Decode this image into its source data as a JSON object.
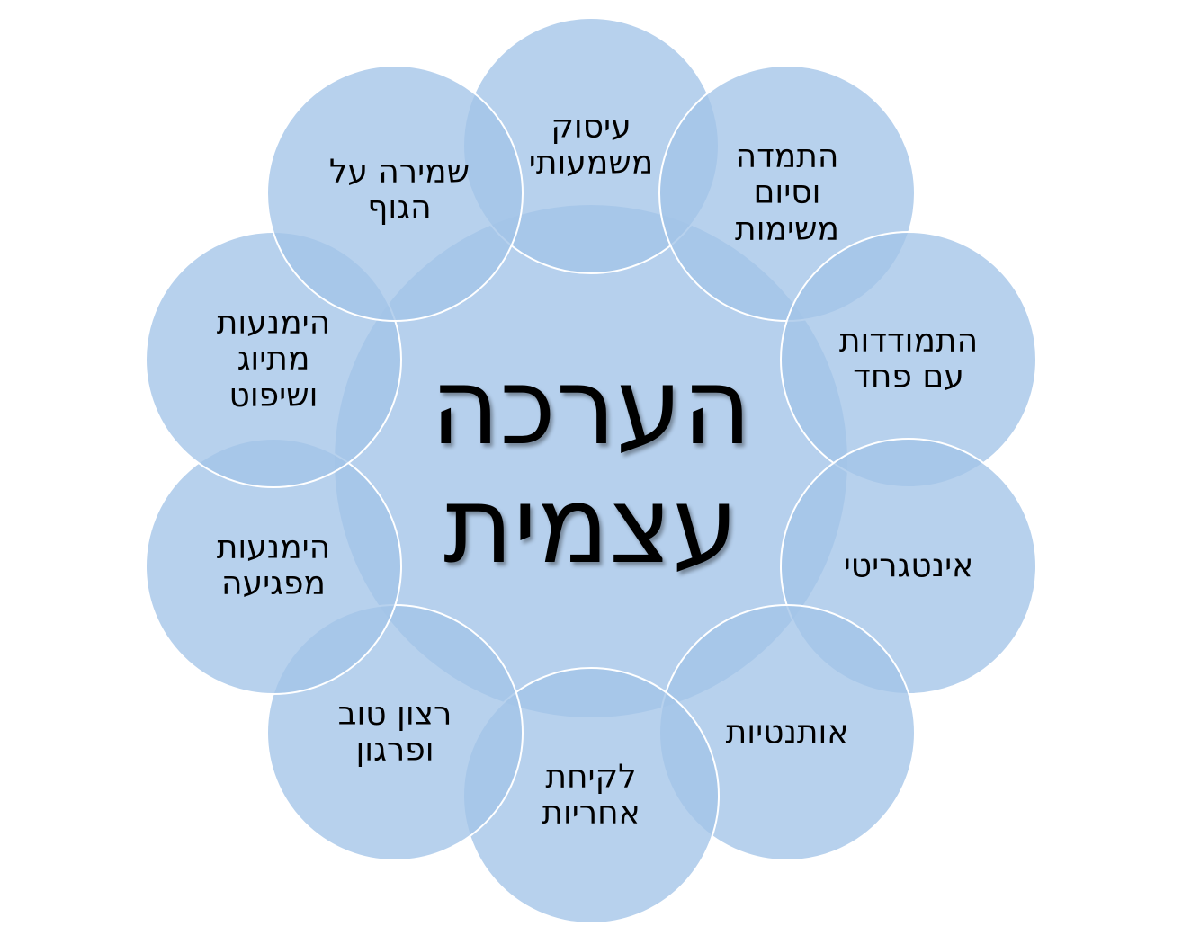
{
  "center": {
    "lines": [
      "הערכה",
      "עצמית"
    ]
  },
  "nodes": [
    {
      "id": "meaningful-occupation",
      "lines": [
        "עיסוק",
        "משמעותי"
      ]
    },
    {
      "id": "persistence",
      "lines": [
        "התמדה",
        "וסיום",
        "משימות"
      ]
    },
    {
      "id": "coping-fear",
      "lines": [
        "התמודדות",
        "עם פחד"
      ]
    },
    {
      "id": "integrity",
      "lines": [
        "אינטגריטי"
      ]
    },
    {
      "id": "authenticity",
      "lines": [
        "אותנטיות"
      ]
    },
    {
      "id": "responsibility",
      "lines": [
        "לקיחת",
        "אחריות"
      ]
    },
    {
      "id": "goodwill",
      "lines": [
        "רצון טוב",
        "ופרגון"
      ]
    },
    {
      "id": "avoid-hurting",
      "lines": [
        "הימנעות",
        "מפגיעה"
      ]
    },
    {
      "id": "avoid-labeling",
      "lines": [
        "הימנעות",
        "מתיוג",
        "ושיפוט"
      ]
    },
    {
      "id": "body-care",
      "lines": [
        "שמירה על",
        "הגוף"
      ]
    }
  ],
  "colors": {
    "circle_fill": "#a3c4e8",
    "circle_stroke": "#ffffff",
    "text": "#000000"
  }
}
